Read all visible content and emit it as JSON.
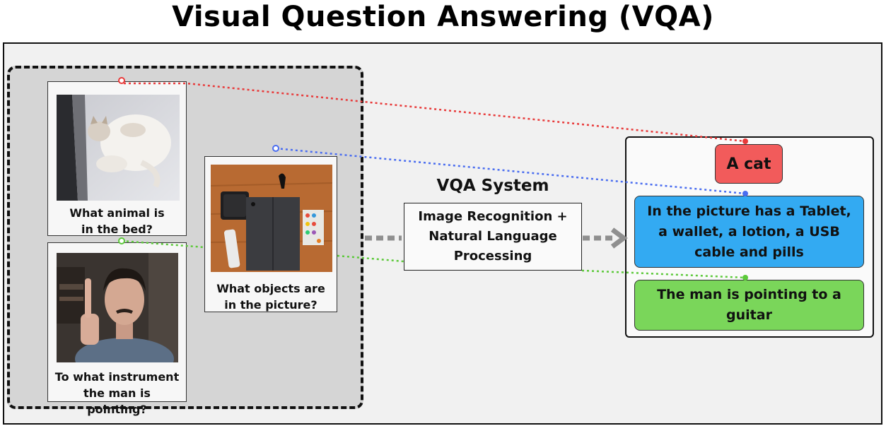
{
  "title": "Visual Question Answering  (VQA)",
  "questions": [
    {
      "text": "What animal is in the bed?",
      "image": "cat-photo"
    },
    {
      "text": "What objects are in the picture?",
      "image": "objects-photo"
    },
    {
      "text": "To what instrument the man is pointing?",
      "image": "man-photo"
    }
  ],
  "system": {
    "label": "VQA System",
    "box_text": "Image Recognition + Natural Language Processing"
  },
  "answers": [
    {
      "text": "A cat",
      "color": "#f25b5b"
    },
    {
      "text": "In the picture has a Tablet, a wallet, a  lotion, a USB cable and pills",
      "color": "#33aaf2"
    },
    {
      "text": "The man is pointing to a guitar",
      "color": "#7ad65a"
    }
  ],
  "connector_colors": {
    "red": "#e83a3a",
    "blue": "#4a6df0",
    "green": "#5cc93a",
    "arrow": "#8f8f8f"
  }
}
